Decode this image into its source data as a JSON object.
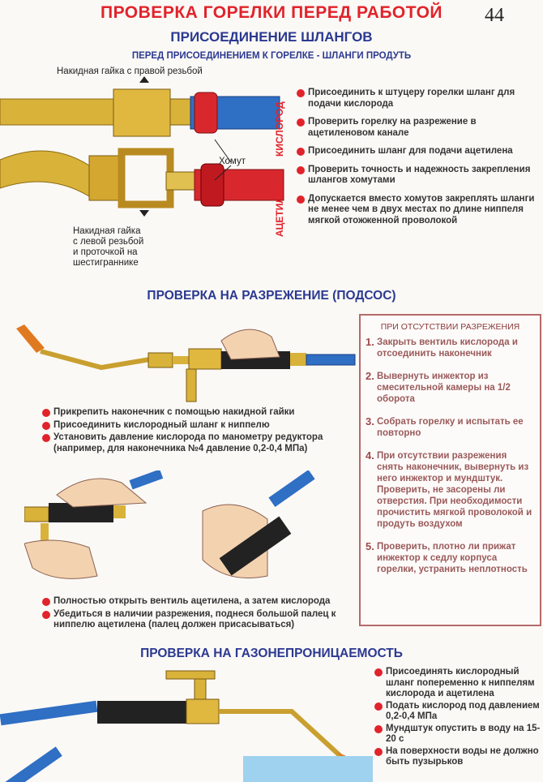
{
  "header": {
    "title": "ПРОВЕРКА ГОРЕЛКИ ПЕРЕД РАБОТОЙ",
    "page_number": "44"
  },
  "section1": {
    "title": "ПРИСОЕДИНЕНИЕ ШЛАНГОВ",
    "subtitle": "ПЕРЕД ПРИСОЕДИНЕНИЕМ К ГОРЕЛКЕ - ШЛАНГИ ПРОДУТЬ",
    "label_right_nut": "Накидная гайка с правой резьбой",
    "label_clamp": "Хомут",
    "label_left_nut": [
      "Накидная гайка",
      "с левой резьбой",
      "и проточкой на",
      "шестиграннике"
    ],
    "label_oxygen": "КИСЛОРОД",
    "label_acetylene": "АЦЕТИЛЕН",
    "bullets": [
      "Присоединить к штуцеру горелки шланг для подачи кислорода",
      "Проверить горелку на разрежение в ацетиленовом канале",
      "Присоединить шланг для подачи ацетилена",
      "Проверить точность и надежность закрепления шлангов хомутами",
      "Допускается вместо хомутов закреплять шланги не менее чем в двух местах по длине ниппеля мягкой отожженной проволокой"
    ]
  },
  "section2": {
    "title": "ПРОВЕРКА НА РАЗРЕЖЕНИЕ (ПОДСОС)",
    "bullets_a": [
      "Прикрепить наконечник с помощью накидной гайки",
      "Присоединить кислородный шланг к ниппелю",
      "Установить давление кислорода по манометру редуктора (например, для наконечника №4 давление 0,2-0,4 МПа)"
    ],
    "bullets_b": [
      "Полностью открыть вентиль ацетилена, а затем кислорода",
      "Убедиться в наличии разрежения, поднеся большой палец к ниппелю ацетилена (палец должен присасываться)"
    ],
    "box": {
      "title": "ПРИ ОТСУТСТВИИ РАЗРЕЖЕНИЯ",
      "steps": [
        {
          "n": "1.",
          "text": "Закрыть вентиль кислорода и отсоединить наконечник"
        },
        {
          "n": "2.",
          "text": "Вывернуть инжектор из смесительной камеры на 1/2 оборота"
        },
        {
          "n": "3.",
          "text": "Собрать горелку и испытать ее повторно"
        },
        {
          "n": "4.",
          "text": "При отсутствии разрежения снять наконечник, вывернуть из него инжектор и мундштук. Проверить, не засорены ли отверстия. При необходимости прочистить мягкой проволокой и продуть воздухом"
        },
        {
          "n": "5.",
          "text": "Проверить, плотно ли прижат инжектор к седлу корпуса горелки, устранить неплотность"
        }
      ]
    }
  },
  "section3": {
    "title": "ПРОВЕРКА НА ГАЗОНЕПРОНИЦАЕМОСТЬ",
    "bullets": [
      "Присоединять кислородный шланг попеременно к ниппелям кислорода и ацетилена",
      "Подать кислород под давлением 0,2-0,4 МПа",
      "Мундштук опустить в воду на 15-20 с",
      "На поверхности воды не должно быть пузырьков"
    ]
  },
  "colors": {
    "red": "#e1232b",
    "blue": "#2b3990",
    "brass": "#d9b23a",
    "hose_blue": "#2f6fc4",
    "hose_red": "#d8282e"
  }
}
